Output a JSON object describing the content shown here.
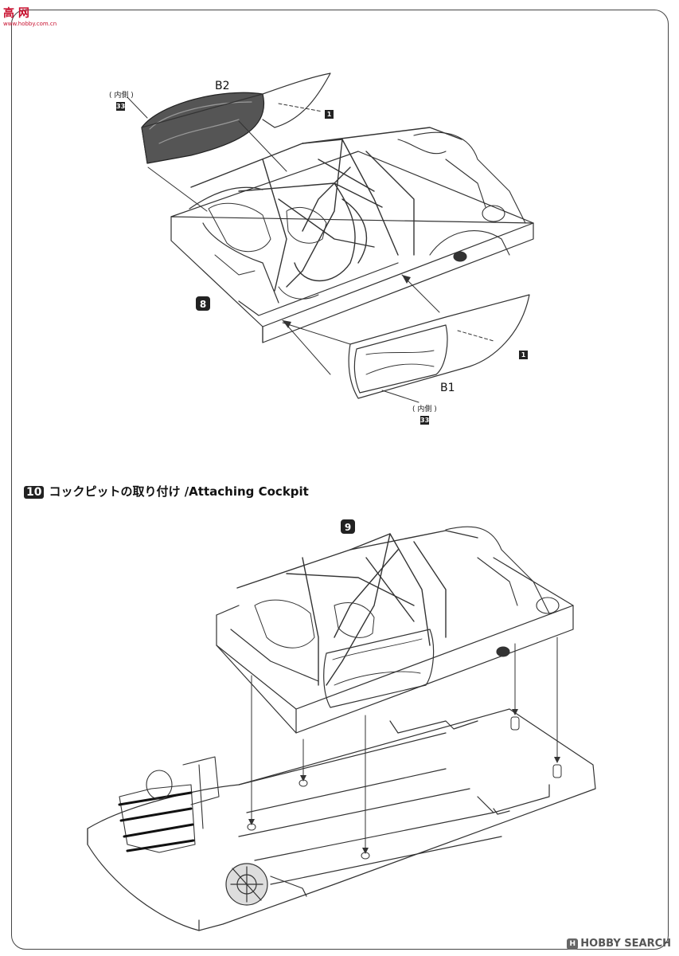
{
  "watermark": {
    "site": "高 网",
    "site_url": "www.hobby.com.cn",
    "brand": "HOBBY SEARCH",
    "brand_logo": "H"
  },
  "upper": {
    "part_b2": "B2",
    "part_b1": "B1",
    "inner_note_top": "( 内側 )",
    "inner_note_bottom": "( 内側 )",
    "paint_code_top": "33",
    "paint_code_bottom": "33",
    "decal_right_top": "1",
    "decal_right_bottom": "1",
    "ref_step": "8"
  },
  "step10": {
    "number": "10",
    "title": "コックピットの取り付け /Attaching Cockpit",
    "ref_step": "9"
  }
}
